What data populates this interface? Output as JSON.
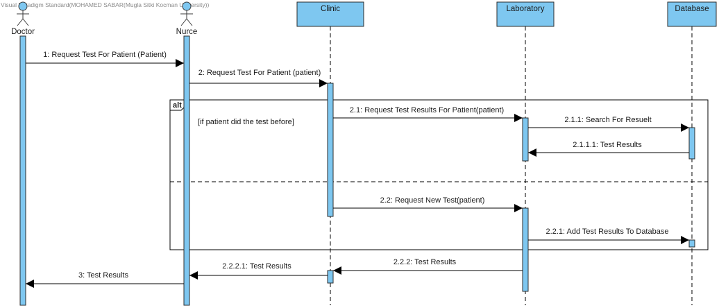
{
  "watermark": "Visual Paradigm Standard(MOHAMED SABAR(Mugla Sitki Kocman University))",
  "colors": {
    "fill": "#7ec7f0",
    "stroke": "#2b2b2b",
    "line": "#000000"
  },
  "actors": {
    "doctor": "Doctor",
    "nurce": "Nurce"
  },
  "objects": {
    "clinic": "Clinic",
    "laboratory": "Laboratory",
    "database": "Database"
  },
  "fragment": {
    "operator": "alt",
    "guard": "[if patient did the test before]"
  },
  "messages": {
    "m1": "1: Request Test For Patient (Patient)",
    "m2": "2: Request Test For Patient (patient)",
    "m21": "2.1: Request Test Results For Patient(patient)",
    "m211": "2.1.1: Search For Resuelt",
    "m2111": "2.1.1.1: Test Results",
    "m22": "2.2: Request New Test(patient)",
    "m221": "2.2.1: Add Test Results To Database",
    "m222": "2.2.2: Test Results",
    "m2221": "2.2.2.1: Test Results",
    "m3": "3: Test Results"
  }
}
